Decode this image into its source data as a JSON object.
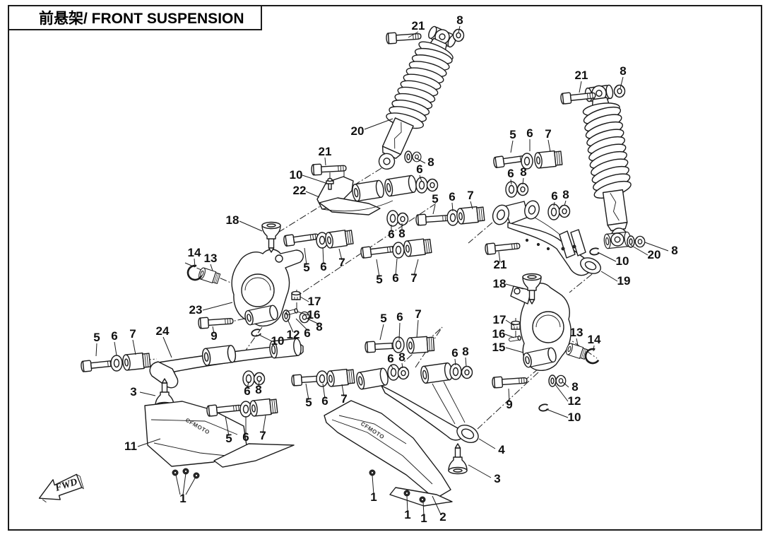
{
  "title": {
    "zh_en": "前悬架/ FRONT SUSPENSION"
  },
  "direction_marker": {
    "label": "FWD"
  },
  "guards": {
    "logo": "CFMOTO"
  },
  "colors": {
    "line": "#1b1b1b",
    "background": "#ffffff"
  },
  "callouts": [
    {
      "label": "21"
    },
    {
      "label": "8"
    },
    {
      "label": "20"
    },
    {
      "label": "21"
    },
    {
      "label": "8"
    },
    {
      "label": "5"
    },
    {
      "label": "6"
    },
    {
      "label": "7"
    },
    {
      "label": "21"
    },
    {
      "label": "10"
    },
    {
      "label": "22"
    },
    {
      "label": "8"
    },
    {
      "label": "6"
    },
    {
      "label": "6"
    },
    {
      "label": "8"
    },
    {
      "label": "5"
    },
    {
      "label": "6"
    },
    {
      "label": "7"
    },
    {
      "label": "6"
    },
    {
      "label": "8"
    },
    {
      "label": "18"
    },
    {
      "label": "6"
    },
    {
      "label": "8"
    },
    {
      "label": "14"
    },
    {
      "label": "13"
    },
    {
      "label": "5"
    },
    {
      "label": "6"
    },
    {
      "label": "7"
    },
    {
      "label": "5"
    },
    {
      "label": "6"
    },
    {
      "label": "7"
    },
    {
      "label": "21"
    },
    {
      "label": "10"
    },
    {
      "label": "20"
    },
    {
      "label": "8"
    },
    {
      "label": "19"
    },
    {
      "label": "18"
    },
    {
      "label": "17"
    },
    {
      "label": "16"
    },
    {
      "label": "23"
    },
    {
      "label": "9"
    },
    {
      "label": "10"
    },
    {
      "label": "12"
    },
    {
      "label": "6"
    },
    {
      "label": "8"
    },
    {
      "label": "17"
    },
    {
      "label": "16"
    },
    {
      "label": "15"
    },
    {
      "label": "13"
    },
    {
      "label": "14"
    },
    {
      "label": "5"
    },
    {
      "label": "6"
    },
    {
      "label": "7"
    },
    {
      "label": "24"
    },
    {
      "label": "8"
    },
    {
      "label": "12"
    },
    {
      "label": "9"
    },
    {
      "label": "10"
    },
    {
      "label": "3"
    },
    {
      "label": "6"
    },
    {
      "label": "8"
    },
    {
      "label": "5"
    },
    {
      "label": "6"
    },
    {
      "label": "7"
    },
    {
      "label": "6"
    },
    {
      "label": "8"
    },
    {
      "label": "6"
    },
    {
      "label": "8"
    },
    {
      "label": "5"
    },
    {
      "label": "6"
    },
    {
      "label": "7"
    },
    {
      "label": "5"
    },
    {
      "label": "6"
    },
    {
      "label": "7"
    },
    {
      "label": "11"
    },
    {
      "label": "1"
    },
    {
      "label": "1"
    },
    {
      "label": "1"
    },
    {
      "label": "1"
    },
    {
      "label": "2"
    },
    {
      "label": "3"
    },
    {
      "label": "4"
    }
  ]
}
